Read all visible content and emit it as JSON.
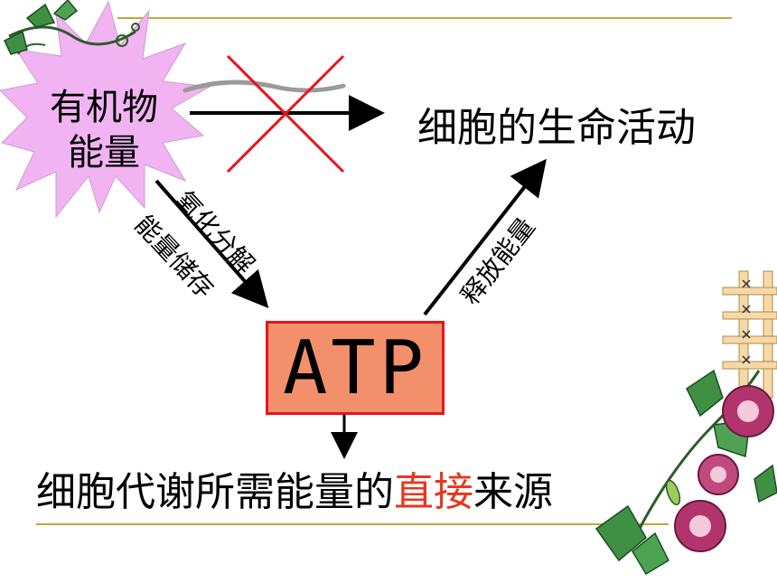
{
  "source_node": {
    "line1": "有机物",
    "line2": "能量"
  },
  "target_node": {
    "label": "细胞的生命活动"
  },
  "center_node": {
    "label": "ATP"
  },
  "left_arrow": {
    "label_outer": "氧化分解",
    "label_inner": "能量储存"
  },
  "right_arrow": {
    "label": "释放能量"
  },
  "conclusion": {
    "part1": "细胞代谢所需能量的",
    "highlight": "直接",
    "part2": "来源"
  },
  "colors": {
    "accent_red": "#e8141c",
    "atp_fill": "#f3906c",
    "highlight_text": "#e8361e",
    "rule_line": "#c9a23a",
    "starburst": "#f2b3f2"
  }
}
